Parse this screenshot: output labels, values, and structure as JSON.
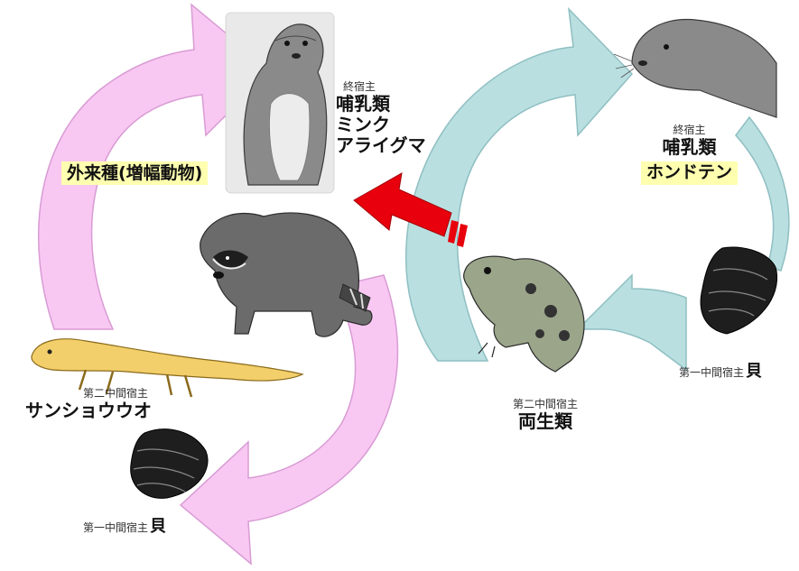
{
  "colors": {
    "pink_arrow": "#f8c8f2",
    "pink_stroke": "#d99bd4",
    "teal_arrow": "#b9dfe0",
    "teal_stroke": "#8fbfc2",
    "red_arrow": "#e8000c",
    "highlight": "#ffffb0",
    "salamander": "#f2cf6a"
  },
  "left_cycle": {
    "final_host_small": "終宿主",
    "final_host_class": "哺乳類",
    "final_host_species": [
      "ミンク",
      "アライグマ"
    ],
    "alien_species_label": "外来種(増幅動物)",
    "second_host_small": "第二中間宿主",
    "second_host_name": "サンショウウオ",
    "first_host_small": "第一中間宿主",
    "first_host_name": "貝"
  },
  "right_cycle": {
    "final_host_small": "終宿主",
    "final_host_class": "哺乳類",
    "final_host_species": "ホンドテン",
    "second_host_small": "第二中間宿主",
    "second_host_name": "両生類",
    "first_host_small": "第一中間宿主",
    "first_host_name": "貝"
  },
  "illustrations": [
    "mink",
    "marten",
    "raccoon",
    "frog",
    "salamander",
    "snail",
    "snail"
  ]
}
